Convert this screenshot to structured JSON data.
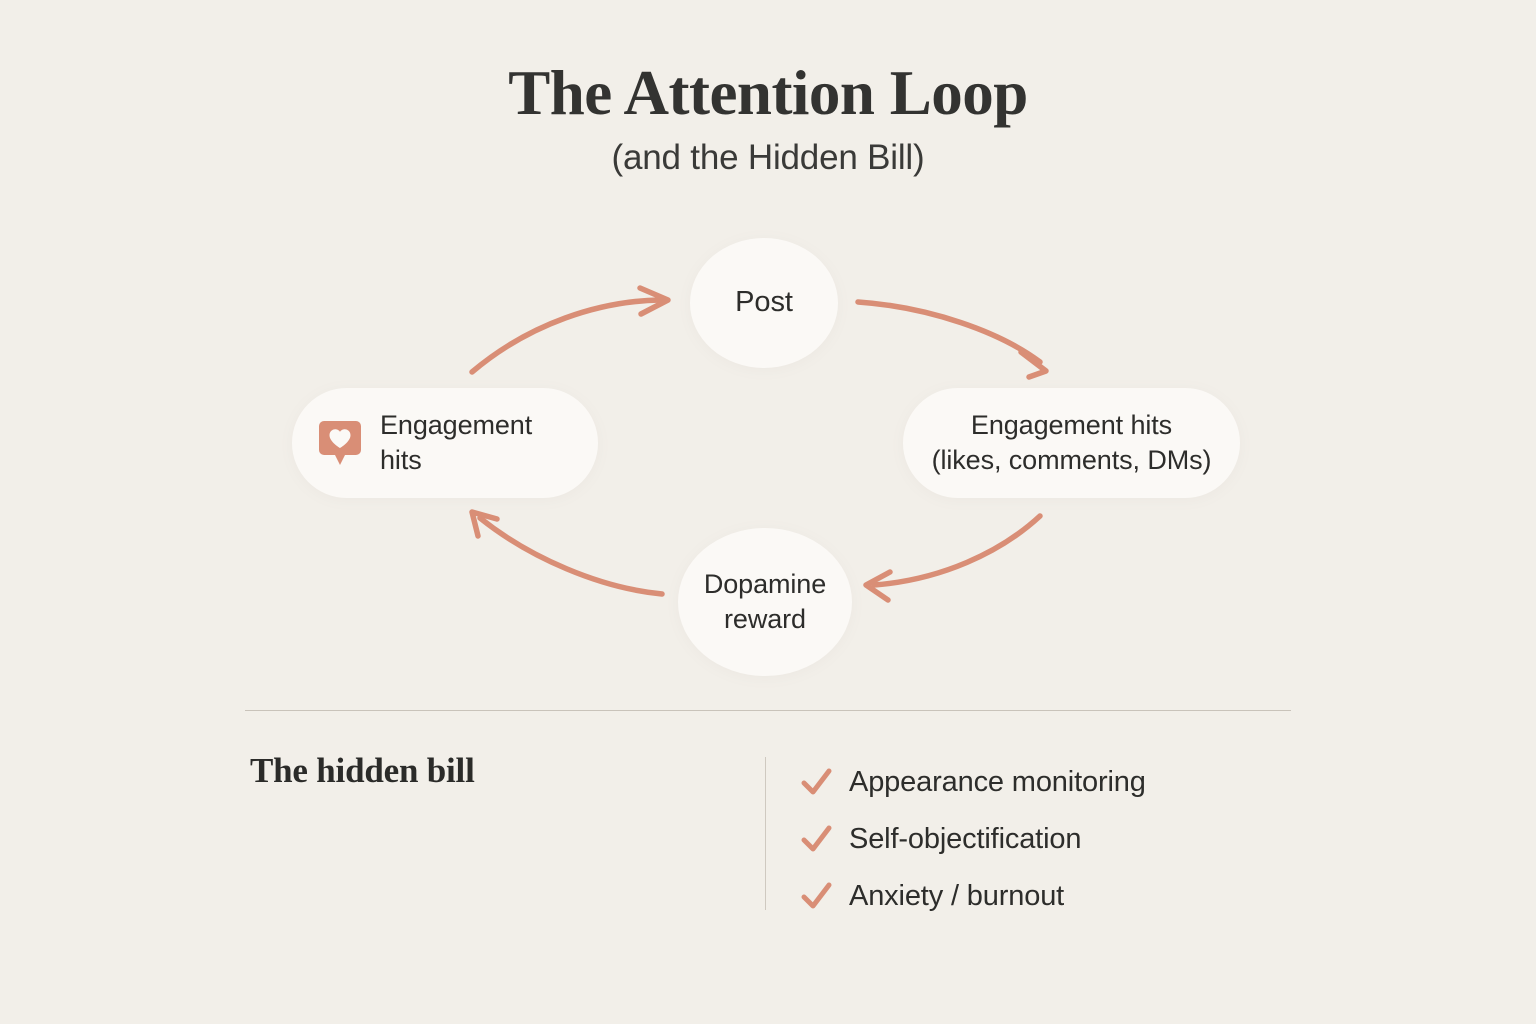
{
  "header": {
    "title": "The Attention Loop",
    "subtitle": "(and the Hidden Bill)"
  },
  "theme": {
    "background": "#F2EFE9",
    "node_fill": "#FBF9F6",
    "accent": "#D98E76",
    "text": "#2D2D2B",
    "divider": "#C9C3BA"
  },
  "cycle": {
    "nodes": [
      {
        "id": "post",
        "label": "Post",
        "shape": "circle"
      },
      {
        "id": "engagement-detail",
        "label": "Engagement hits\n(likes, comments, DMs)",
        "shape": "pill"
      },
      {
        "id": "dopamine",
        "label": "Dopamine\nreward",
        "shape": "circle"
      },
      {
        "id": "engagement-hits",
        "label": "Engagement\nhits",
        "shape": "pill",
        "icon": "heart-bubble-icon"
      }
    ],
    "arrows": [
      {
        "from": "engagement-hits",
        "to": "post",
        "direction": "clockwise"
      },
      {
        "from": "post",
        "to": "engagement-detail",
        "direction": "clockwise"
      },
      {
        "from": "engagement-detail",
        "to": "dopamine",
        "direction": "clockwise"
      },
      {
        "from": "dopamine",
        "to": "engagement-hits",
        "direction": "clockwise"
      }
    ]
  },
  "hidden_bill": {
    "heading": "The hidden bill",
    "items": [
      {
        "icon": "check-icon",
        "label": "Appearance monitoring"
      },
      {
        "icon": "check-icon",
        "label": "Self-objectification"
      },
      {
        "icon": "check-icon",
        "label": "Anxiety / burnout"
      }
    ]
  }
}
